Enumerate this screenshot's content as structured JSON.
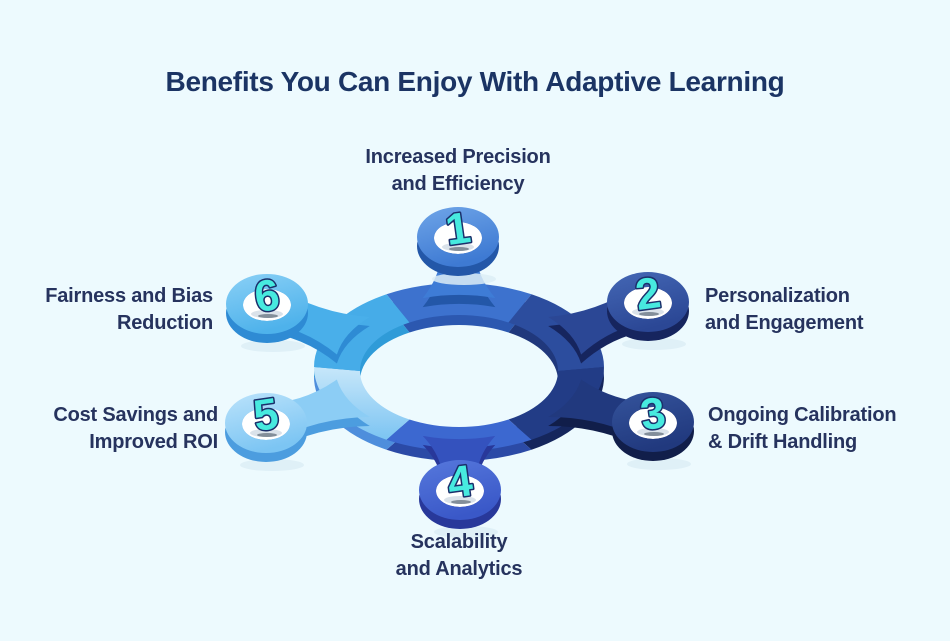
{
  "title": "Benefits You Can Enjoy With Adaptive Learning",
  "colors": {
    "background": "#EDFAFE",
    "title_text": "#1B3464",
    "label_text": "#26335E",
    "number_fill": "#47EADF",
    "number_stroke": "#1B2F6B",
    "hole": "#FFFFFF",
    "hole_shadow": "#C6D2DE",
    "ground_shadow": "#DCEDF6"
  },
  "nodes": [
    {
      "number": "1",
      "label_lines": [
        "Increased Precision",
        "and Efficiency"
      ],
      "color": "#3E7AD3",
      "highlight": "#6FA5E8",
      "depth": "#2357A8",
      "stem": "#3E7CD6"
    },
    {
      "number": "2",
      "label_lines": [
        "Personalization",
        "and Engagement"
      ],
      "color": "#2B4795",
      "highlight": "#4467B5",
      "depth": "#16255E",
      "stem": "#2B4795"
    },
    {
      "number": "3",
      "label_lines": [
        "Ongoing Calibration",
        "& Drift Handling"
      ],
      "color": "#21397E",
      "highlight": "#35549C",
      "depth": "#111E4A",
      "stem": "#21397E"
    },
    {
      "number": "4",
      "label_lines": [
        "Scalability",
        "and Analytics"
      ],
      "color": "#3A58C8",
      "highlight": "#5678DC",
      "depth": "#28389A",
      "stem": "#3452BE"
    },
    {
      "number": "5",
      "label_lines": [
        "Cost Savings and",
        "Improved ROI"
      ],
      "color": "#7CC5F3",
      "highlight": "#BBE3FB",
      "depth": "#4C9DDF",
      "stem": "#8CCDF5"
    },
    {
      "number": "6",
      "label_lines": [
        "Fairness and Bias",
        "Reduction"
      ],
      "color": "#4EB2EB",
      "highlight": "#8AD0F6",
      "depth": "#2E8BD4",
      "stem": "#49AFEA"
    }
  ],
  "ring_segments": [
    {
      "position": "top",
      "color": "#3D72CE",
      "depth": "#2C58B0"
    },
    {
      "position": "upper-right",
      "color": "#2C4D9E",
      "depth": "#20387C"
    },
    {
      "position": "lower-right",
      "color": "#223C86",
      "depth": "#15265C"
    },
    {
      "position": "bottom",
      "color": "#3C68D0",
      "depth": "#2B4AA6"
    },
    {
      "position": "lower-left",
      "color": "#C7E7FA",
      "color2": "#7CC4F2",
      "depth": "#4E8EDC"
    },
    {
      "position": "upper-left",
      "color": "#46ACE8",
      "depth": "#2F9BD8"
    }
  ]
}
